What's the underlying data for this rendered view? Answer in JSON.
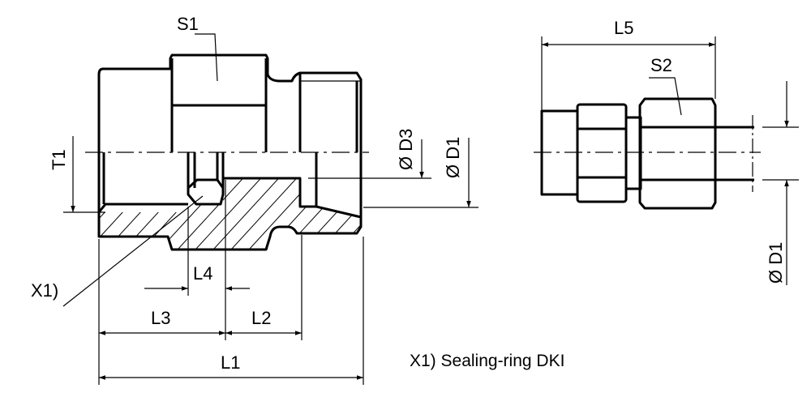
{
  "labels": {
    "s1": "S1",
    "s2": "S2",
    "t1": "T1",
    "d3": "Ø D3",
    "d1_left": "Ø D1",
    "d1_right": "Ø D1",
    "x1": "X1)",
    "l1": "L1",
    "l2": "L2",
    "l3": "L3",
    "l4": "L4",
    "l5": "L5"
  },
  "note": "X1) Sealing-ring DKI"
}
